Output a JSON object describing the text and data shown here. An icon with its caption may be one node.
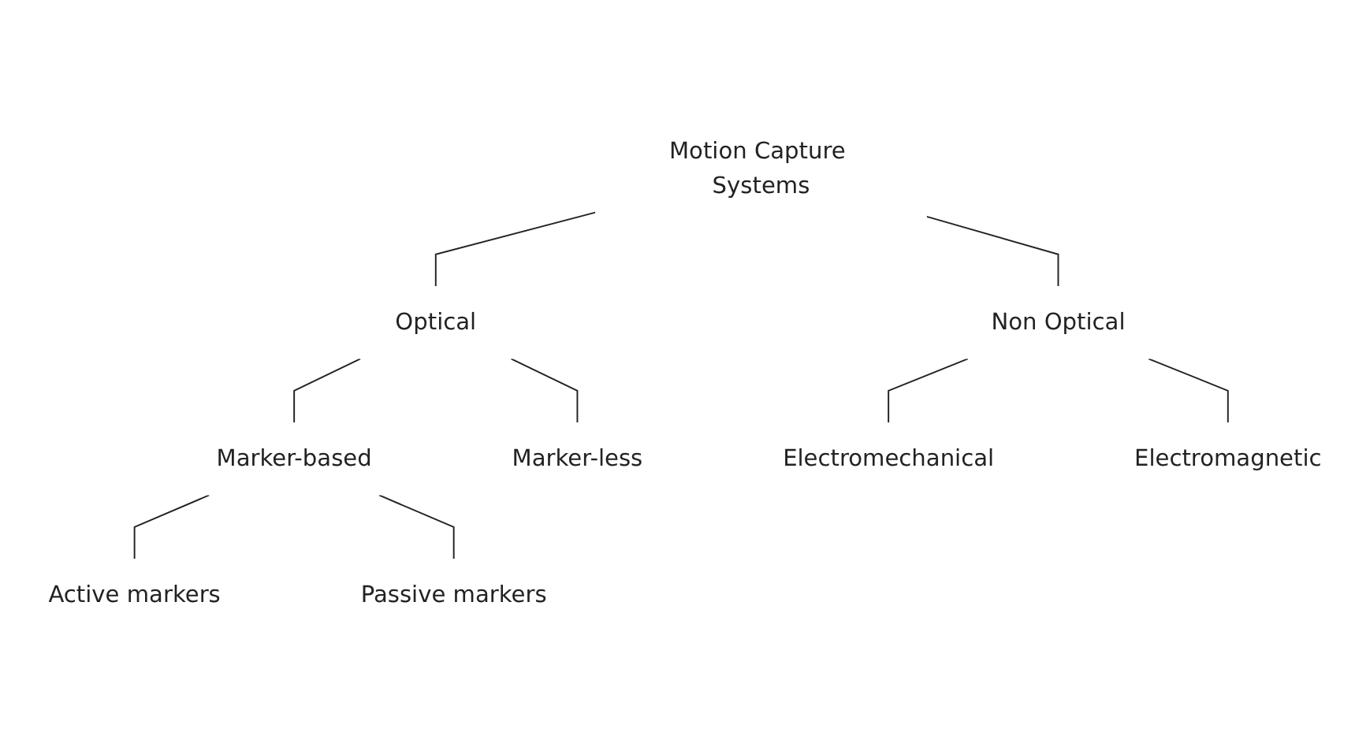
{
  "diagram": {
    "nodes": [
      {
        "text": [
          "Motion Capture Systems"
        ]
      },
      {
        "text": [
          "Optical"
        ]
      },
      {
        "text": [
          "Non Optical"
        ]
      },
      {
        "text": [
          "Marker-based"
        ]
      },
      {
        "text": [
          "Marker-less"
        ]
      },
      {
        "text": [
          "Active markers"
        ]
      },
      {
        "text": [
          "Passive markers"
        ]
      },
      {
        "text": [
          "Electromechanical"
        ]
      },
      {
        "text": [
          "Electromagnetic"
        ]
      }
    ],
    "edges": [
      {
        "from": 0,
        "to": 1,
        "arrow": "none"
      },
      {
        "from": 0,
        "to": 2,
        "arrow": "none"
      },
      {
        "from": 1,
        "to": 3,
        "arrow": "none"
      },
      {
        "from": 1,
        "to": 4,
        "arrow": "none"
      },
      {
        "from": 3,
        "to": 5,
        "arrow": "none"
      },
      {
        "from": 3,
        "to": 6,
        "arrow": "none"
      },
      {
        "from": 2,
        "to": 7,
        "arrow": "none"
      },
      {
        "from": 2,
        "to": 8,
        "arrow": "none"
      }
    ]
  }
}
